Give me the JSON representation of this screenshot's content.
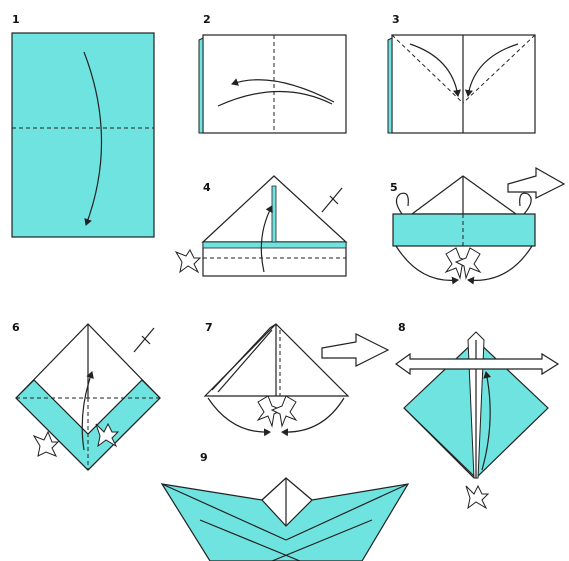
{
  "colors": {
    "paper": "#6fe3e0",
    "white": "#ffffff",
    "stroke": "#222222"
  },
  "steps": [
    {
      "label": "1"
    },
    {
      "label": "2"
    },
    {
      "label": "3"
    },
    {
      "label": "4"
    },
    {
      "label": "5"
    },
    {
      "label": "6"
    },
    {
      "label": "7"
    },
    {
      "label": "8"
    },
    {
      "label": "9"
    }
  ]
}
